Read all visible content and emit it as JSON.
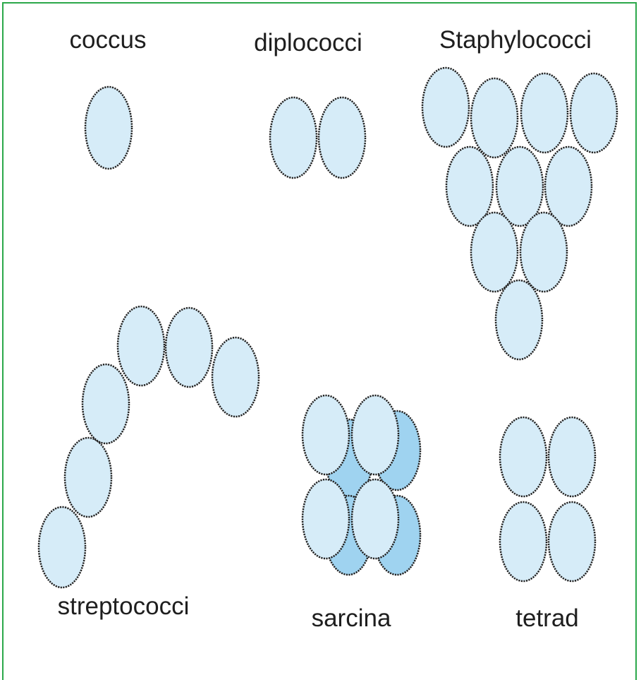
{
  "labels": {
    "coccus": "coccus",
    "diplococci": "diplococci",
    "staphylococci": "Staphylococci",
    "streptococci": "streptococci",
    "sarcina": "sarcina",
    "tetrad": "tetrad"
  },
  "colors": {
    "frame_border": "#2ba84a",
    "cell_fill": "#d6ecf8",
    "cell_fill_back": "#9fd3f0",
    "cell_outline": "#222222",
    "label_text": "#1e1e1e"
  }
}
